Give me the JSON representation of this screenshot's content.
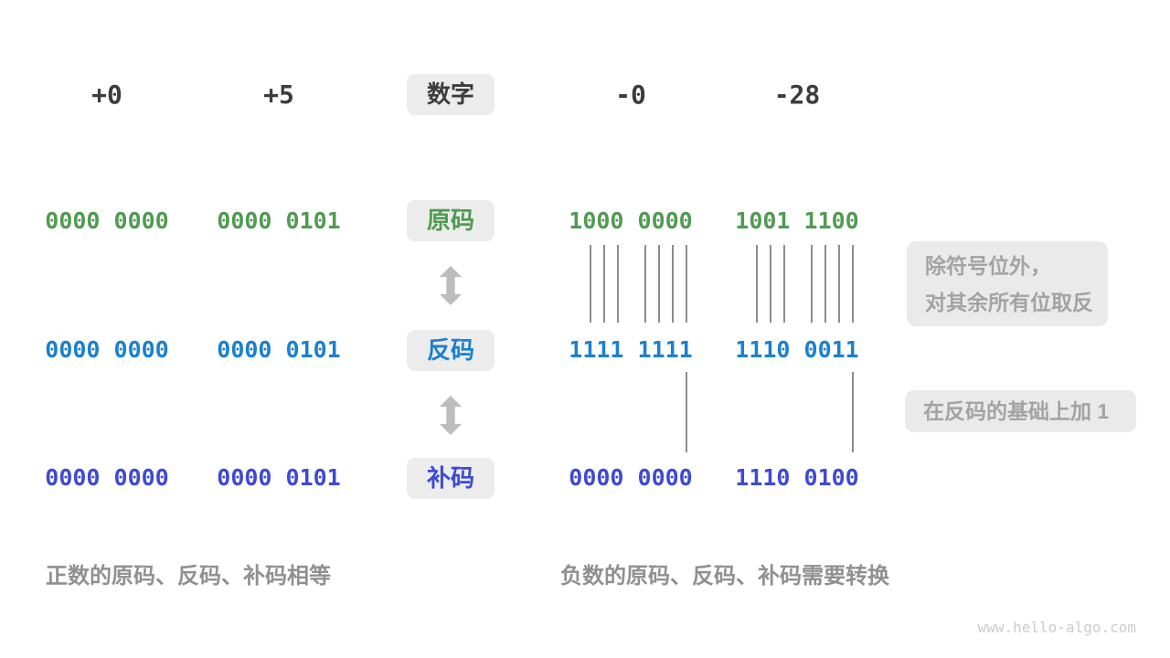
{
  "colors": {
    "number_text": "#3c3c3c",
    "sign_magnitude": "#4f9b51",
    "ones_complement": "#1b80cd",
    "twos_complement": "#3e4ad2",
    "chip_bg": "#ececec",
    "note_bg": "#eaeaea",
    "note_text": "#a3a3a3",
    "caption_text": "#909090",
    "arrow": "#bdbdbd",
    "watermark_text": "#cccccc"
  },
  "header": {
    "label": "数字",
    "values": [
      "+0",
      "+5",
      "-0",
      "-28"
    ]
  },
  "rows": [
    {
      "key": "sign-magnitude",
      "label": "原码",
      "values": [
        "0000 0000",
        "0000 0101",
        "1000 0000",
        "1001 1100"
      ]
    },
    {
      "key": "ones-complement",
      "label": "反码",
      "values": [
        "0000 0000",
        "0000 0101",
        "1111 1111",
        "1110 0011"
      ]
    },
    {
      "key": "twos-complement",
      "label": "补码",
      "values": [
        "0000 0000",
        "0000 0101",
        "0000 0000",
        "1110 0100"
      ]
    }
  ],
  "annotations": [
    {
      "line1": "除符号位外，",
      "line2": "对其余所有位取反"
    },
    {
      "line1": "在反码的基础上加  1"
    }
  ],
  "captions": {
    "positive": "正数的原码、反码、补码相等",
    "negative": "负数的原码、反码、补码需要转换"
  },
  "watermark": "www.hello-algo.com"
}
